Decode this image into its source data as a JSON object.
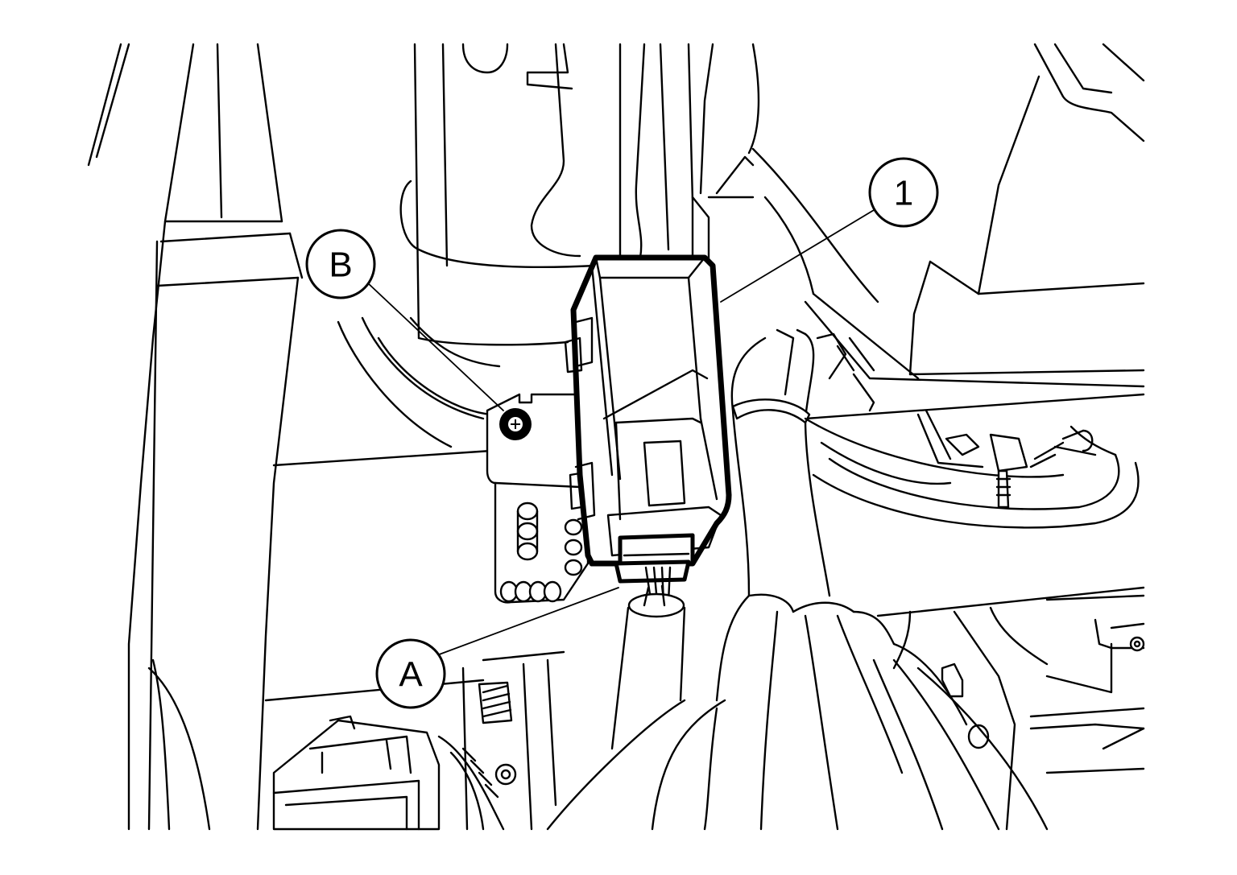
{
  "callouts": {
    "one": "1",
    "b": "B",
    "a": "A"
  }
}
